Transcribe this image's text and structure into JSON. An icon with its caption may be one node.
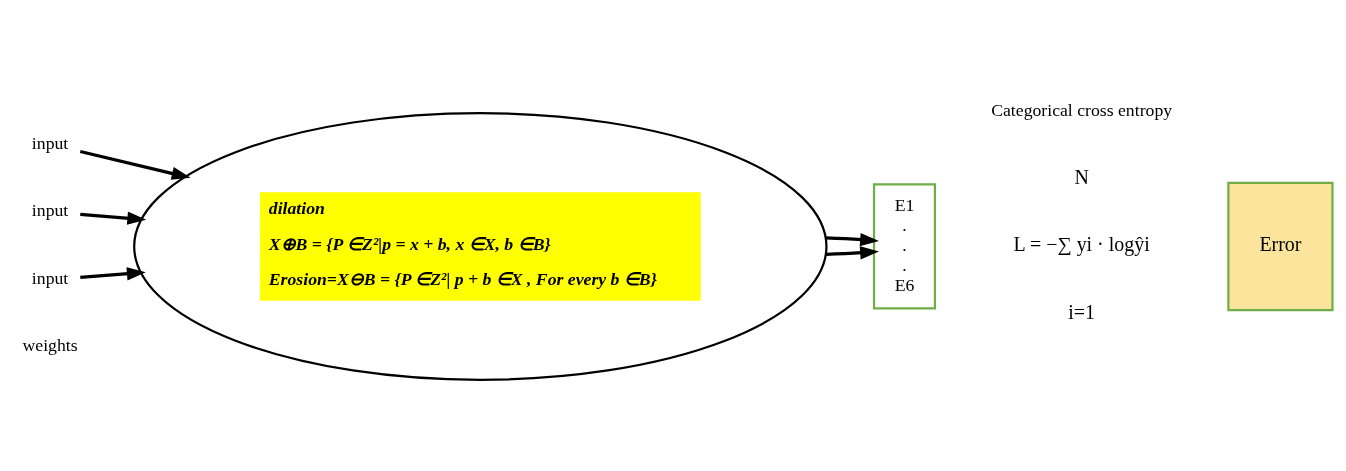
{
  "diagram": {
    "nodes": [
      {
        "text": [
          "input"
        ]
      },
      {
        "text": [
          "input"
        ]
      },
      {
        "text": [
          "input"
        ]
      },
      {
        "text": [],
        "shape": "ellipse"
      },
      {
        "text": [
          "dilation",
          "X⊕B = {P ∈Z²|p = x + b, x ∈X, b ∈B}",
          "Erosion=X⊖B = {P ∈Z²| p + b ∈X , For every b ∈B}"
        ],
        "in": 3
      },
      {
        "text": [
          "E1",
          ".",
          ".",
          ".",
          "E6"
        ]
      },
      {
        "text": [
          "Error"
        ]
      }
    ],
    "edges": [
      {
        "from": 0,
        "to": 3,
        "arrow": "to"
      },
      {
        "from": 1,
        "to": 3,
        "arrow": "to"
      },
      {
        "from": 2,
        "to": 3,
        "arrow": "to"
      },
      {
        "from": 3,
        "to": 5,
        "arrow": "to"
      },
      {
        "from": 3,
        "to": 5,
        "arrow": "to"
      }
    ],
    "labels": [
      "weights",
      "Categorical cross entropy",
      "N",
      "L = −∑ yi · logŷi",
      "i=1"
    ]
  }
}
